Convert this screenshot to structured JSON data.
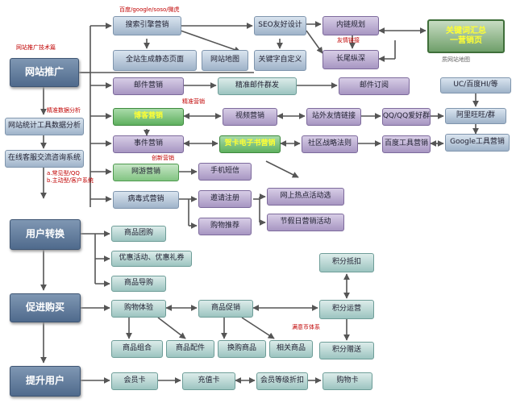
{
  "colors": {
    "line": "#555555",
    "main": "#5a7496",
    "red": "#c00000"
  },
  "main_nodes": {
    "promotion": "网站推广",
    "convert": "用户转换",
    "purchase": "促进购买",
    "upgrade": "提升用户"
  },
  "side_nodes": {
    "stats": "网站统计工具数据分析",
    "service": "在线客服交流咨询系统"
  },
  "nodes": {
    "seo_engine": "搜索引擎营销",
    "static_site": "全站生成静态页面",
    "sitemap": "网站地图",
    "seo_design": "SEO友好设计",
    "keyword_custom": "关键字自定义",
    "inner_link": "内链规划",
    "long_tail": "长尾纵深",
    "keyword_line1": "关键词汇总",
    "keyword_line2": "一营销页",
    "email": "邮件营销",
    "precise_email": "精准邮件群发",
    "email_sub": "邮件订阅",
    "uc_baidu": "UC/百度HI/等",
    "blog": "博客营销",
    "video": "视频营销",
    "friend_link": "站外友情链接",
    "qq": "QQ/QQ爱好群",
    "aliwang": "阿里旺旺/群",
    "event": "事件营销",
    "gift_card": "贺卡电子书营销",
    "community": "社区战略法则",
    "baidu_tools": "百度工具营销",
    "google_tools": "Google工具营销",
    "net_game": "网游营销",
    "sms": "手机短信",
    "viral": "病毒式营销",
    "invite": "邀请注册",
    "hot_event": "网上热点活动选",
    "shop_recommend": "购物推荐",
    "holiday": "节假日营销活动",
    "group_buy": "商品团购",
    "promo": "优惠活动、优惠礼券",
    "guide": "商品导购",
    "exp": "购物体验",
    "product_promo": "商品促销",
    "points_redeem": "积分抵扣",
    "points_op": "积分运营",
    "combo": "商品组合",
    "accessory": "商品配件",
    "exchange": "换购商品",
    "related": "相关商品",
    "points_gift": "积分赠送",
    "member_card": "会员卡",
    "recharge": "充值卡",
    "member_discount": "会员等级折扣",
    "shop_card": "购物卡"
  },
  "labels": {
    "search_engines": "百度/google/soso/微虎",
    "tech": "网站推广技术篇",
    "friend_link_note": "友情链接",
    "sitemap_note": "质网站地图",
    "email_note": "精准营销",
    "data_analysis": "精准数据分析",
    "creative": "创新营销",
    "faq1": "a.常见型/QQ",
    "faq2": "b.主动型/客户系统",
    "points_system": "满意币体系"
  }
}
